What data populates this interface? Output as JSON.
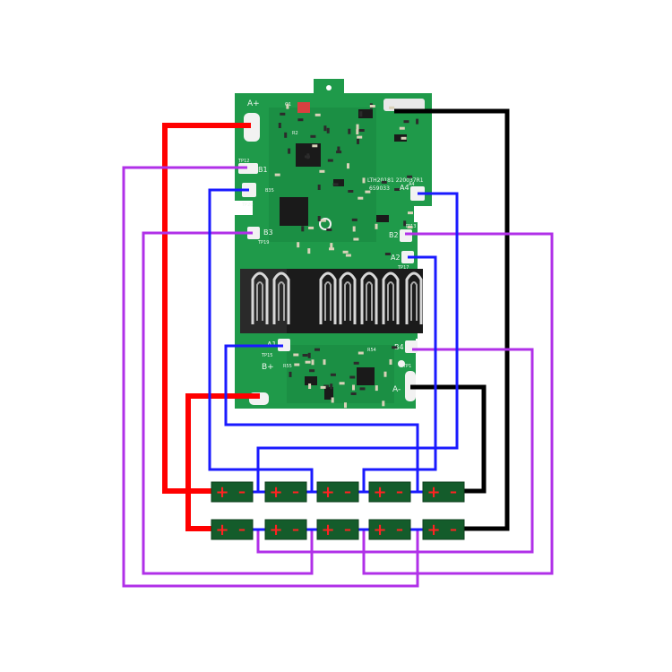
{
  "board": {
    "color": "#1f9a4a",
    "dark_color": "#147a36",
    "marking": "LTH20181 220037R1",
    "code": "659033",
    "pad_labels": [
      "A+",
      "B1",
      "A4",
      "B3",
      "B2",
      "A2",
      "A1",
      "B+",
      "B4",
      "A-"
    ],
    "small_labels": [
      "TP12",
      "TP20",
      "TP19",
      "TP17",
      "TP15",
      "TP1",
      "B35",
      "A4",
      "TP13",
      "R54",
      "R55",
      "R2",
      "Q1"
    ]
  },
  "cells": {
    "color": "#145c2b",
    "plus_color": "#ff2222",
    "minus_color": "#ff2222",
    "plus_sign": "+",
    "minus_sign": "–",
    "rows": [
      {
        "name": "top-row",
        "count": 5
      },
      {
        "name": "bottom-row",
        "count": 5
      }
    ]
  },
  "wires": {
    "colors": {
      "positive": "#ff0000",
      "negative": "#000000",
      "balance_blue": "#1a1aff",
      "balance_purple": "#b030e8",
      "bus": "#1a1aff"
    }
  }
}
